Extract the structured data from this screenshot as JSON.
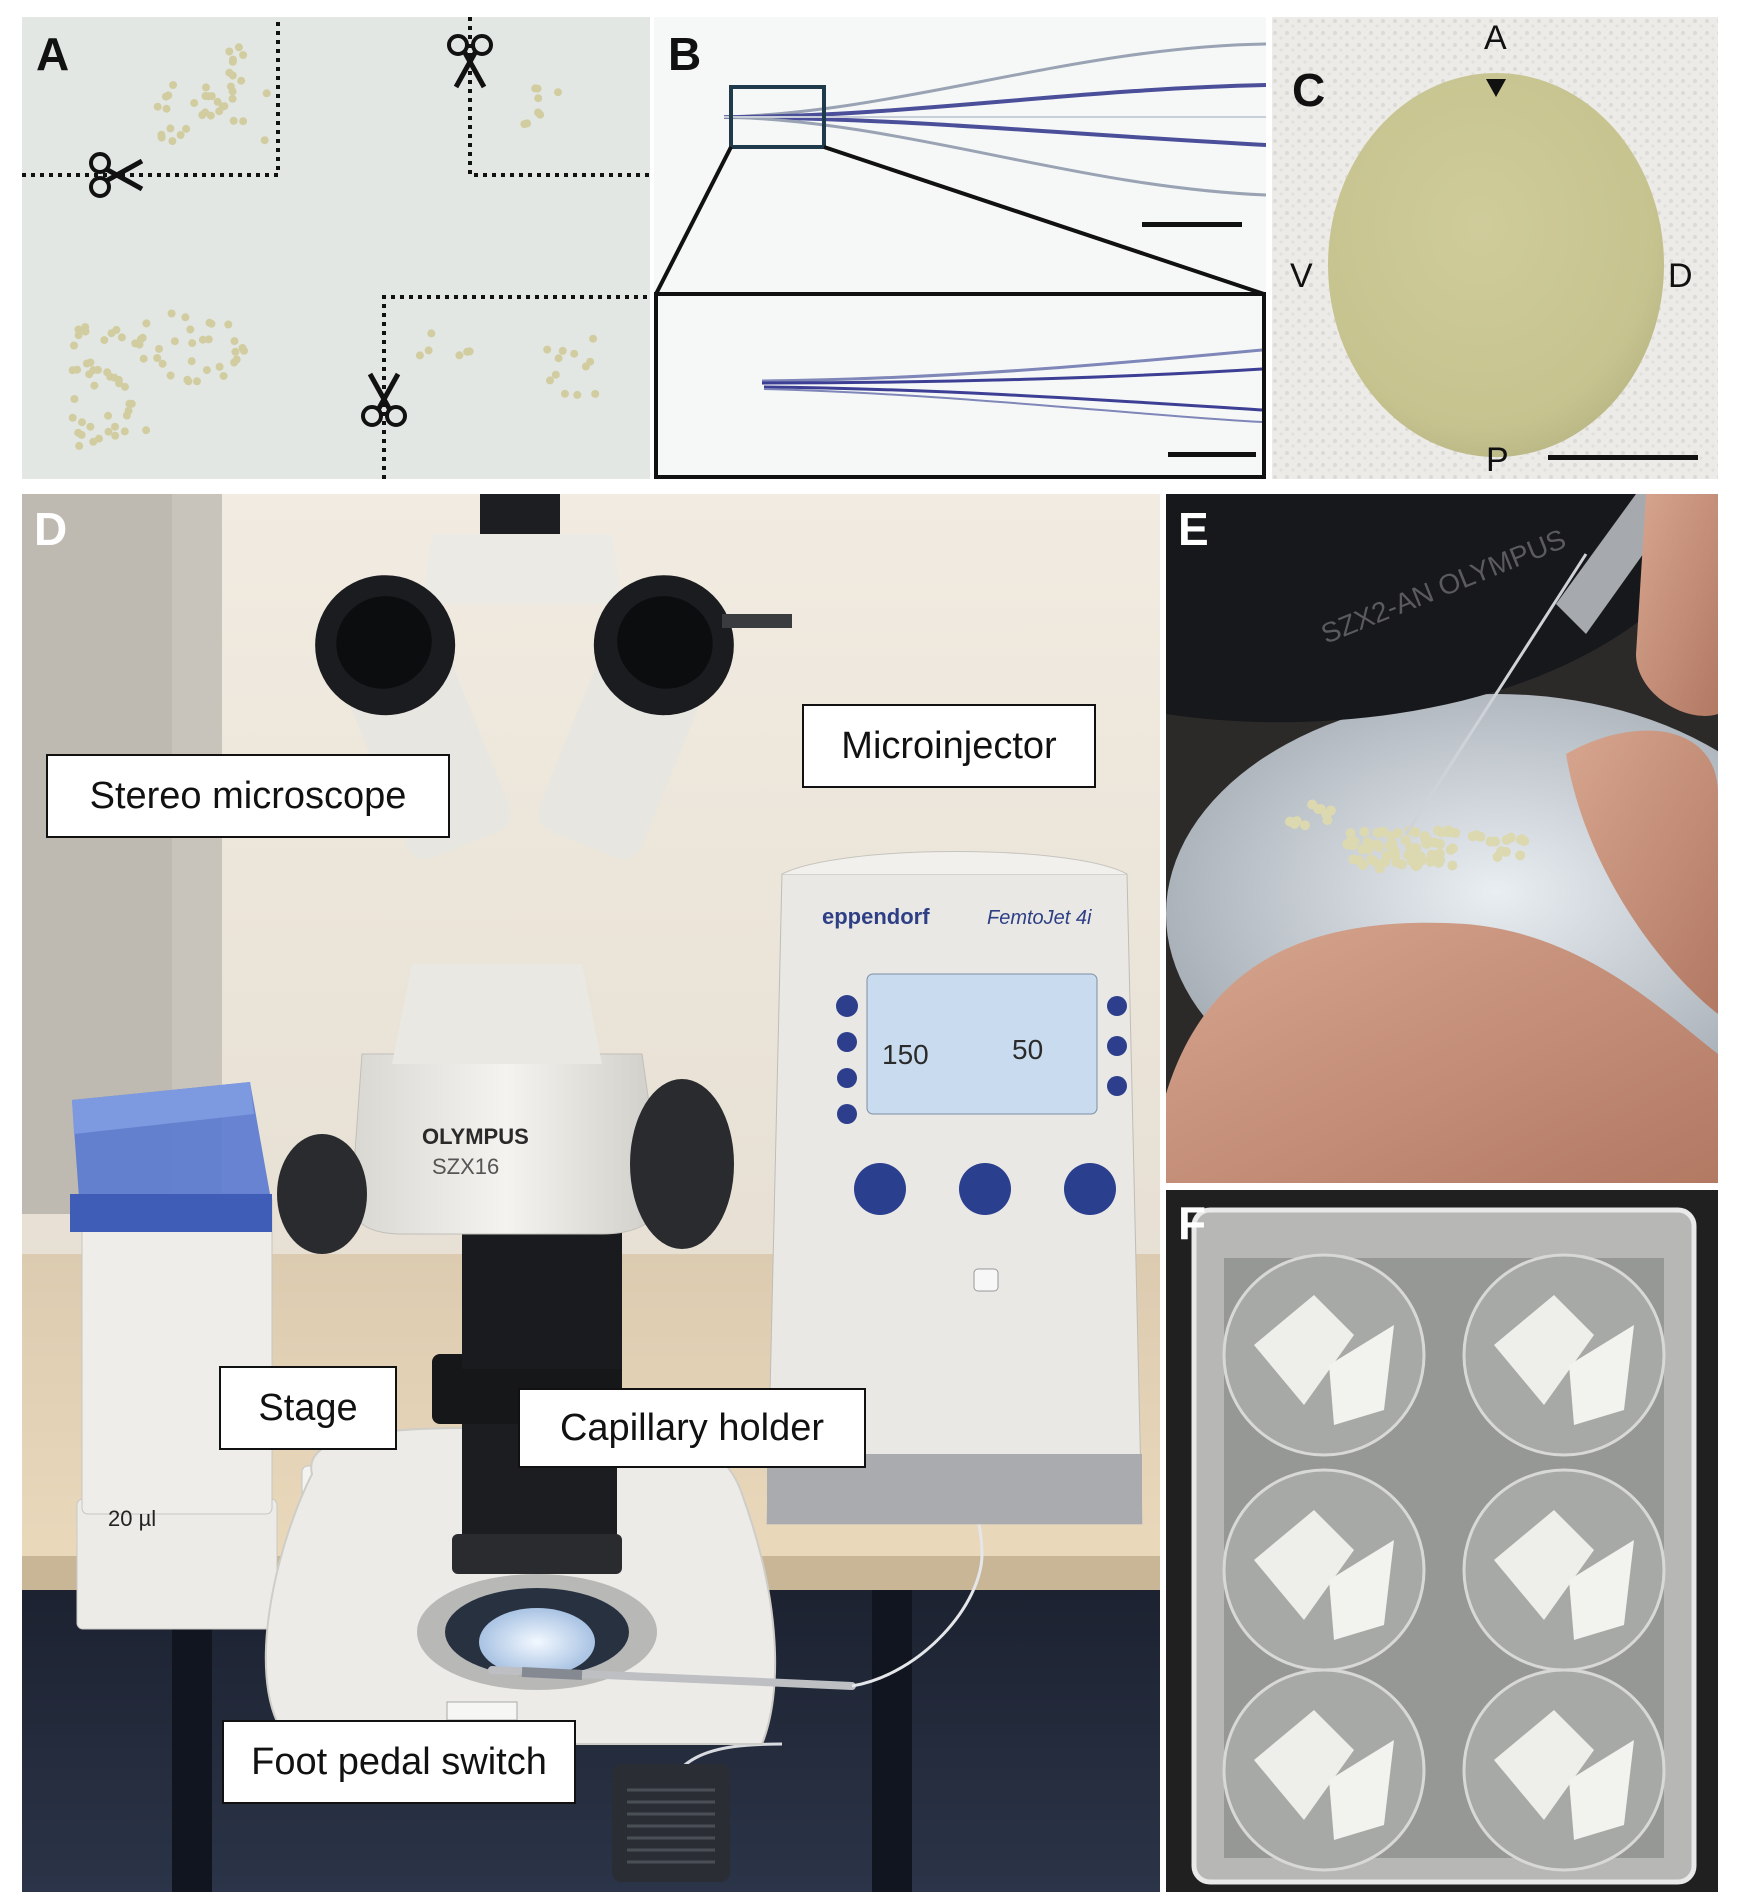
{
  "panels": {
    "a": {
      "label": "A"
    },
    "b": {
      "label": "B"
    },
    "c": {
      "label": "C",
      "axis": {
        "anterior": "A",
        "posterior": "P",
        "ventral": "V",
        "dorsal": "D"
      }
    },
    "d": {
      "label": "D",
      "callouts": {
        "microscope": "Stereo microscope",
        "microinjector": "Microinjector",
        "stage": "Stage",
        "capillary": "Capillary holder",
        "pedal": "Foot pedal switch"
      },
      "equipment_text": {
        "brand": "OLYMPUS",
        "model": "SZX16",
        "injector_brand": "eppendorf",
        "injector_model": "FemtoJet 4i",
        "lcd_left": "150",
        "lcd_right": "50",
        "tips_volume": "20 µl"
      }
    },
    "e": {
      "label": "E",
      "lens_text": "SZX2-AN OLYMPUS"
    },
    "f": {
      "label": "F"
    }
  },
  "colors": {
    "background_a": "#e3e8e4",
    "egg": "#ccc79a",
    "desk": "#e3cfae",
    "wall": "#ede6da",
    "injector_knob": "#2b3f8f",
    "lcd": "#c9dbee"
  }
}
